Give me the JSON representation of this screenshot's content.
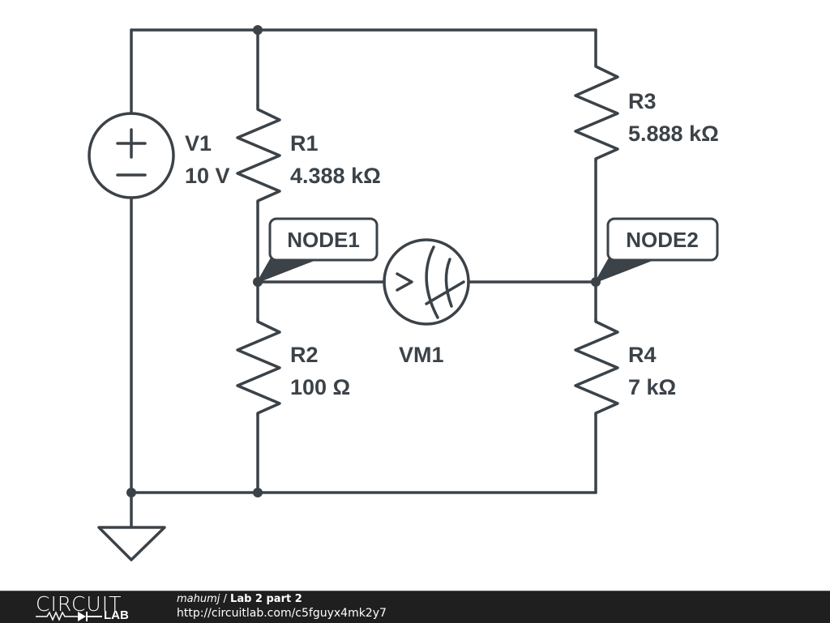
{
  "circuit": {
    "components": {
      "V1": {
        "designator": "V1",
        "value": "10 V",
        "type": "voltage-source"
      },
      "R1": {
        "designator": "R1",
        "value": "4.388 kΩ",
        "type": "resistor"
      },
      "R2": {
        "designator": "R2",
        "value": "100 Ω",
        "type": "resistor"
      },
      "R3": {
        "designator": "R3",
        "value": "5.888 kΩ",
        "type": "resistor"
      },
      "R4": {
        "designator": "R4",
        "value": "7 kΩ",
        "type": "resistor"
      },
      "VM1": {
        "designator": "VM1",
        "type": "voltmeter"
      }
    },
    "nodes": {
      "node1": "NODE1",
      "node2": "NODE2"
    },
    "colors": {
      "wire": "#3b4248",
      "background": "#ffffff"
    }
  },
  "footer": {
    "logo_top": "CIRCUIT",
    "logo_bottom": "LAB",
    "user": "mahumj",
    "separator": " / ",
    "title": "Lab 2 part 2",
    "url": "http://circuitlab.com/c5fguyx4mk2y7",
    "background": "#1f1f1f"
  }
}
